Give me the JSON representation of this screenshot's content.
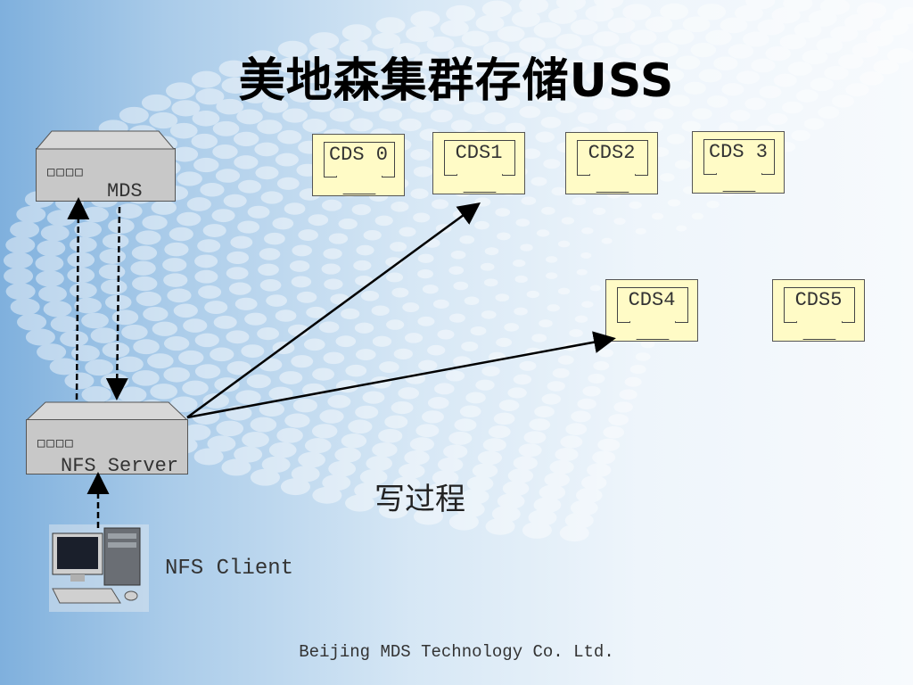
{
  "title": "美地森集群存储USS",
  "mds": {
    "label": "MDS",
    "leds": "□□□□"
  },
  "nfs_server": {
    "label": "NFS Server",
    "leds": "□□□□"
  },
  "nfs_client": {
    "label": "NFS Client"
  },
  "cds_nodes": [
    "CDS 0",
    "CDS1",
    "CDS2",
    "CDS 3",
    "CDS4",
    "CDS5"
  ],
  "caption": "写过程",
  "footer": "Beijing MDS Technology Co. Ltd.",
  "colors": {
    "cds_fill": "#fffbc6",
    "server_fill": "#c8c8c8",
    "background": "#7fb0dd"
  }
}
